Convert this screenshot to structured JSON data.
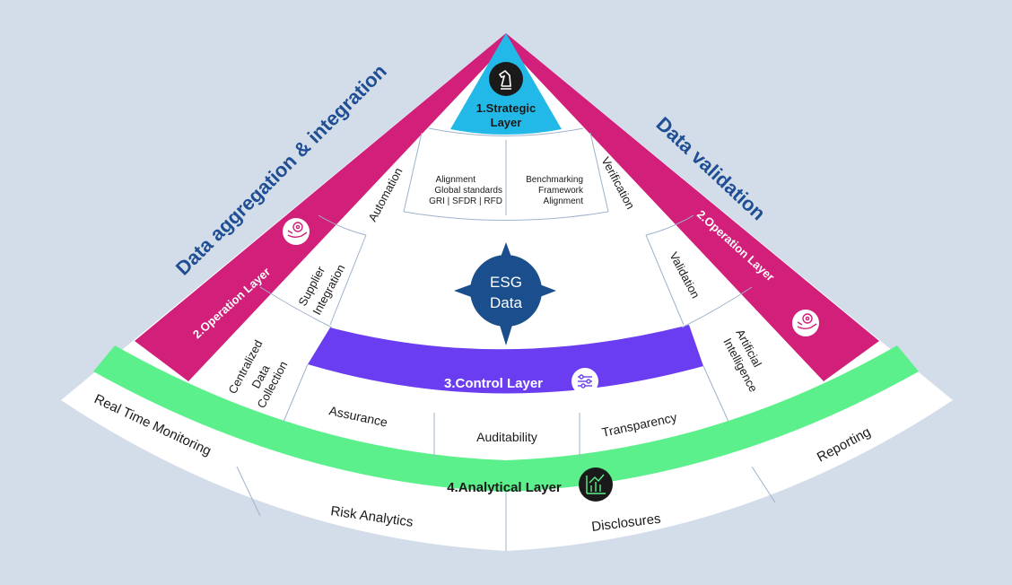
{
  "colors": {
    "background": "#d3dde9",
    "operation": "#d11f7a",
    "strategic": "#22b9e8",
    "control": "#6a3ef0",
    "analytical": "#5cf08c",
    "esg": "#1b4e8c",
    "outer_title": "#1f4e94",
    "line": "#9fb3cc"
  },
  "outer_titles": {
    "left": "Data aggregation & integration",
    "right": "Data validation"
  },
  "strategic_layer": {
    "title_line1": "1.Strategic",
    "title_line2": "Layer",
    "icon": "chess-knight-icon",
    "left_cell": [
      "Alignment",
      "Global standards",
      "GRI | SFDR | RFD"
    ],
    "right_cell": [
      "Benchmarking",
      "Framework",
      "Alignment"
    ]
  },
  "operation_layer_left": {
    "title": "2.Operation Layer",
    "icon": "hand-gear-icon",
    "items": [
      "Automation",
      "Supplier",
      "Integration",
      "Centralized",
      "Data",
      "Collection"
    ]
  },
  "operation_layer_right": {
    "title": "2.Operation Layer",
    "icon": "hand-gear-icon",
    "items": [
      "Verification",
      "Validation",
      "Artificial",
      "Intelligence"
    ]
  },
  "esg": {
    "line1": "ESG",
    "line2": "Data"
  },
  "control_layer": {
    "title": "3.Control Layer",
    "icon": "sliders-icon",
    "items": [
      "Assurance",
      "Auditability",
      "Transparency"
    ]
  },
  "analytical_layer": {
    "title": "4.Analytical Layer",
    "icon": "bar-chart-icon",
    "items": [
      "Real Time Monitoring",
      "Risk Analytics",
      "Disclosures",
      "Reporting"
    ]
  }
}
